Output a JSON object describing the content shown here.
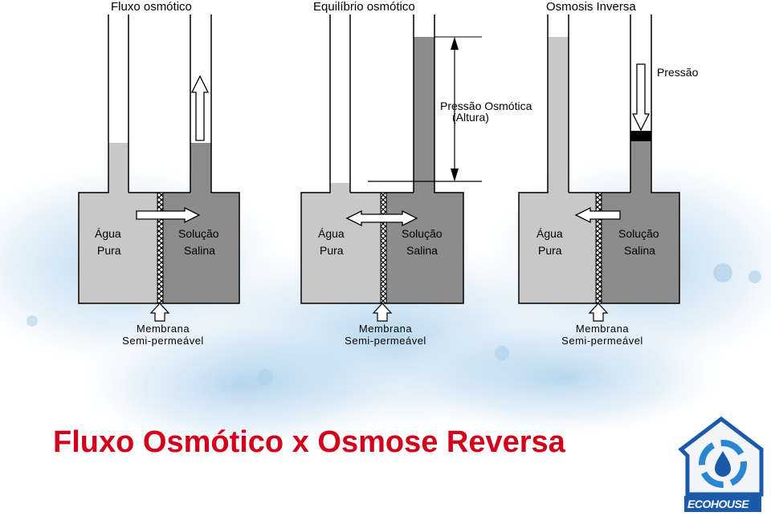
{
  "headers": [
    "Fluxo osmótico",
    "Equilíbrio osmótico",
    "Osmosis Inversa"
  ],
  "panels": [
    {
      "left_top": "Água",
      "left_bottom": "Pura",
      "right_top": "Solução",
      "right_bottom": "Salina",
      "membrane_top": "Membrana",
      "membrane_bottom": "Semi-permeável"
    },
    {
      "left_top": "Água",
      "left_bottom": "Pura",
      "right_top": "Solução",
      "right_bottom": "Salina",
      "membrane_top": "Membrana",
      "membrane_bottom": "Semi-permeável"
    },
    {
      "left_top": "Água",
      "left_bottom": "Pura",
      "right_top": "Solução",
      "right_bottom": "Salina",
      "membrane_top": "Membrana",
      "membrane_bottom": "Semi-permeável"
    }
  ],
  "osmotic_pressure_label_1": "Pressão Osmótica",
  "osmotic_pressure_label_2": "(Altura)",
  "pressure_label": "Pressão",
  "main_title": "Fluxo Osmótico x Osmose Reversa",
  "logo_text": "ECOHOUSE",
  "colors": {
    "pure_water": "#c8c8c8",
    "saline": "#8c8c8c",
    "title": "#d2001a",
    "logo_blue": "#1a5aa8"
  }
}
